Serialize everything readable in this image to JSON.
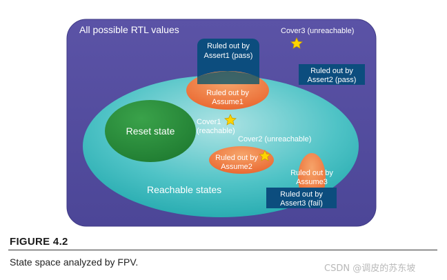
{
  "diagram": {
    "outer_label": "All possible RTL values",
    "reachable_label": "Reachable states",
    "reset_label": "Reset state",
    "cover3_label": "Cover3 (unreachable)",
    "cover1_line1": "Cover1",
    "cover1_line2": "(reachable)",
    "cover2_label": "Cover2 (unreachable)",
    "assert1_line1": "Ruled out by",
    "assert1_line2": "Assert1 (pass)",
    "assert2_line1": "Ruled out by",
    "assert2_line2": "Assert2 (pass)",
    "assert3_line1": "Ruled out by",
    "assert3_line2": "Assert3 (fail)",
    "assume1_line1": "Ruled out by",
    "assume1_line2": "Assume1",
    "assume2_line1": "Ruled out by",
    "assume2_line2": "Assume2",
    "assume3_line1": "Ruled out by",
    "assume3_line2": "Assume3"
  },
  "figure": {
    "title": "FIGURE 4.2",
    "caption": "State space analyzed by FPV."
  },
  "watermark": "CSDN @调皮的苏东坡"
}
